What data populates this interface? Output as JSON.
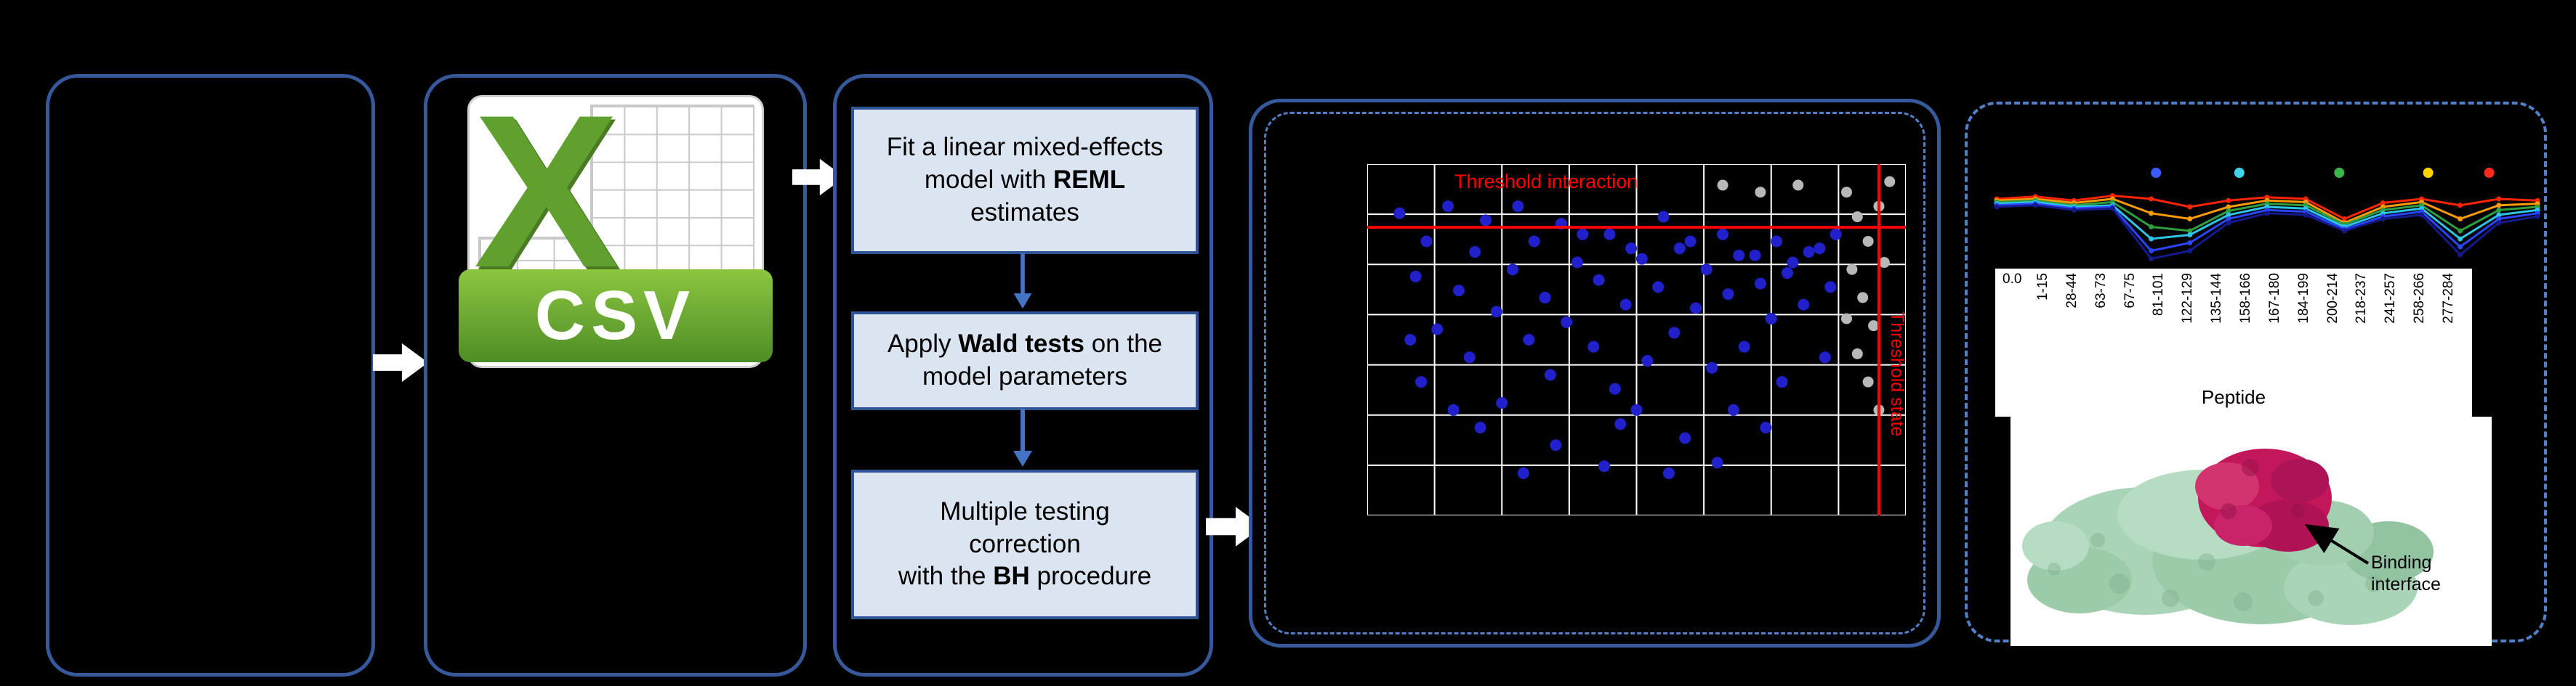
{
  "figure": {
    "background": "#000000"
  },
  "colors": {
    "panel_border": "#36599c",
    "dashed_border": "#5280c8",
    "box_fill": "#dbe5f1",
    "box_border": "#2f5496",
    "flow_arrow_blue": "#4472c4",
    "block_arrow_white": "#ffffff",
    "threshold_red": "#ff0000",
    "scatter_blue": "#2121cc",
    "scatter_gray": "#b8b8b8",
    "csv_green": "#5fa02e",
    "protein_surface_green": "#a9d4b7",
    "protein_interface_magenta": "#c2185b"
  },
  "csv_icon": {
    "letter": "X",
    "label": "CSV"
  },
  "workflow": {
    "steps": [
      {
        "parts": [
          {
            "t": "Fit a linear mixed-effects model with "
          },
          {
            "t": "REML",
            "bold": true
          },
          {
            "t": " estimates"
          }
        ]
      },
      {
        "parts": [
          {
            "t": "Apply "
          },
          {
            "t": "Wald tests",
            "bold": true
          },
          {
            "t": " on the model parameters"
          }
        ]
      },
      {
        "parts": [
          {
            "t": "Multiple testing correction\nwith the "
          },
          {
            "t": "BH",
            "bold": true
          },
          {
            "t": " procedure"
          }
        ]
      }
    ]
  },
  "chart_data": [
    {
      "type": "scatter",
      "title": "Threshold interaction",
      "threshold_interaction_label": "Threshold interaction",
      "threshold_state_label": "Threshold state",
      "grid": {
        "cols": 8,
        "rows": 7
      },
      "hline_frac_from_top": 0.18,
      "vline_frac_from_left": 0.95,
      "point_colors": {
        "significant": "#2121cc",
        "nonsignificant": "#b8b8b8"
      },
      "blue_points": [
        [
          0.06,
          0.14
        ],
        [
          0.09,
          0.32
        ],
        [
          0.11,
          0.22
        ],
        [
          0.13,
          0.47
        ],
        [
          0.15,
          0.12
        ],
        [
          0.17,
          0.36
        ],
        [
          0.19,
          0.55
        ],
        [
          0.2,
          0.25
        ],
        [
          0.22,
          0.16
        ],
        [
          0.24,
          0.42
        ],
        [
          0.25,
          0.68
        ],
        [
          0.27,
          0.3
        ],
        [
          0.28,
          0.12
        ],
        [
          0.3,
          0.5
        ],
        [
          0.31,
          0.22
        ],
        [
          0.33,
          0.38
        ],
        [
          0.34,
          0.6
        ],
        [
          0.36,
          0.17
        ],
        [
          0.37,
          0.45
        ],
        [
          0.39,
          0.28
        ],
        [
          0.4,
          0.2
        ],
        [
          0.42,
          0.52
        ],
        [
          0.43,
          0.33
        ],
        [
          0.45,
          0.2
        ],
        [
          0.46,
          0.64
        ],
        [
          0.48,
          0.4
        ],
        [
          0.49,
          0.24
        ],
        [
          0.51,
          0.27
        ],
        [
          0.52,
          0.56
        ],
        [
          0.54,
          0.35
        ],
        [
          0.55,
          0.15
        ],
        [
          0.57,
          0.48
        ],
        [
          0.58,
          0.24
        ],
        [
          0.6,
          0.22
        ],
        [
          0.61,
          0.41
        ],
        [
          0.63,
          0.3
        ],
        [
          0.64,
          0.58
        ],
        [
          0.66,
          0.2
        ],
        [
          0.67,
          0.37
        ],
        [
          0.69,
          0.26
        ],
        [
          0.7,
          0.52
        ],
        [
          0.72,
          0.26
        ],
        [
          0.73,
          0.34
        ],
        [
          0.75,
          0.44
        ],
        [
          0.76,
          0.22
        ],
        [
          0.78,
          0.31
        ],
        [
          0.79,
          0.28
        ],
        [
          0.81,
          0.4
        ],
        [
          0.82,
          0.25
        ],
        [
          0.84,
          0.24
        ],
        [
          0.1,
          0.62
        ],
        [
          0.21,
          0.75
        ],
        [
          0.35,
          0.8
        ],
        [
          0.47,
          0.74
        ],
        [
          0.59,
          0.78
        ],
        [
          0.68,
          0.7
        ],
        [
          0.77,
          0.62
        ],
        [
          0.86,
          0.35
        ],
        [
          0.87,
          0.2
        ],
        [
          0.44,
          0.86
        ],
        [
          0.29,
          0.88
        ],
        [
          0.56,
          0.88
        ],
        [
          0.65,
          0.85
        ],
        [
          0.08,
          0.5
        ],
        [
          0.16,
          0.7
        ],
        [
          0.5,
          0.7
        ],
        [
          0.74,
          0.75
        ],
        [
          0.85,
          0.55
        ]
      ],
      "gray_points": [
        [
          0.89,
          0.08
        ],
        [
          0.91,
          0.15
        ],
        [
          0.93,
          0.22
        ],
        [
          0.9,
          0.3
        ],
        [
          0.92,
          0.38
        ],
        [
          0.94,
          0.46
        ],
        [
          0.91,
          0.54
        ],
        [
          0.93,
          0.62
        ],
        [
          0.95,
          0.12
        ],
        [
          0.96,
          0.28
        ],
        [
          0.89,
          0.44
        ],
        [
          0.95,
          0.7
        ],
        [
          0.8,
          0.06
        ],
        [
          0.73,
          0.08
        ],
        [
          0.66,
          0.06
        ],
        [
          0.97,
          0.05
        ]
      ]
    },
    {
      "type": "line",
      "categories": [
        "1-15",
        "28-44",
        "63-73",
        "67-75",
        "81-101",
        "122-129",
        "135-144",
        "158-166",
        "167-180",
        "184-199",
        "200-214",
        "218-237",
        "241-257",
        "258-266",
        "277-284"
      ],
      "xlabel": "Peptide",
      "ytick_labels": [
        "0.0"
      ],
      "series": [
        {
          "name": "series-red",
          "color": "#ff2400",
          "values": [
            0.8,
            0.83,
            0.78,
            0.84,
            0.8,
            0.7,
            0.78,
            0.82,
            0.8,
            0.55,
            0.75,
            0.8,
            0.72,
            0.8,
            0.78
          ]
        },
        {
          "name": "series-orange",
          "color": "#ff9a00",
          "values": [
            0.78,
            0.8,
            0.75,
            0.8,
            0.62,
            0.55,
            0.7,
            0.78,
            0.76,
            0.5,
            0.7,
            0.76,
            0.55,
            0.72,
            0.74
          ]
        },
        {
          "name": "series-green",
          "color": "#2e9e3f",
          "values": [
            0.76,
            0.78,
            0.72,
            0.76,
            0.45,
            0.4,
            0.65,
            0.74,
            0.72,
            0.48,
            0.66,
            0.72,
            0.4,
            0.66,
            0.7
          ]
        },
        {
          "name": "series-cyan",
          "color": "#2ec4e6",
          "values": [
            0.74,
            0.76,
            0.7,
            0.72,
            0.3,
            0.35,
            0.6,
            0.7,
            0.68,
            0.45,
            0.62,
            0.68,
            0.3,
            0.6,
            0.66
          ]
        },
        {
          "name": "series-blue",
          "color": "#2a46ff",
          "values": [
            0.72,
            0.74,
            0.68,
            0.7,
            0.15,
            0.25,
            0.55,
            0.66,
            0.64,
            0.42,
            0.58,
            0.64,
            0.2,
            0.55,
            0.62
          ]
        },
        {
          "name": "series-navy",
          "color": "#141a8c",
          "values": [
            0.7,
            0.72,
            0.66,
            0.68,
            0.05,
            0.15,
            0.5,
            0.62,
            0.6,
            0.4,
            0.55,
            0.6,
            0.1,
            0.5,
            0.58
          ]
        }
      ],
      "legend_dot_colors": [
        "#3a5bff",
        "#3fd4e8",
        "#3cb54a",
        "#ffd400",
        "#ff2a1c"
      ],
      "legend_dot_x_fracs": [
        0.3,
        0.45,
        0.63,
        0.79,
        0.9
      ]
    }
  ],
  "protein": {
    "label": "Binding interface"
  }
}
